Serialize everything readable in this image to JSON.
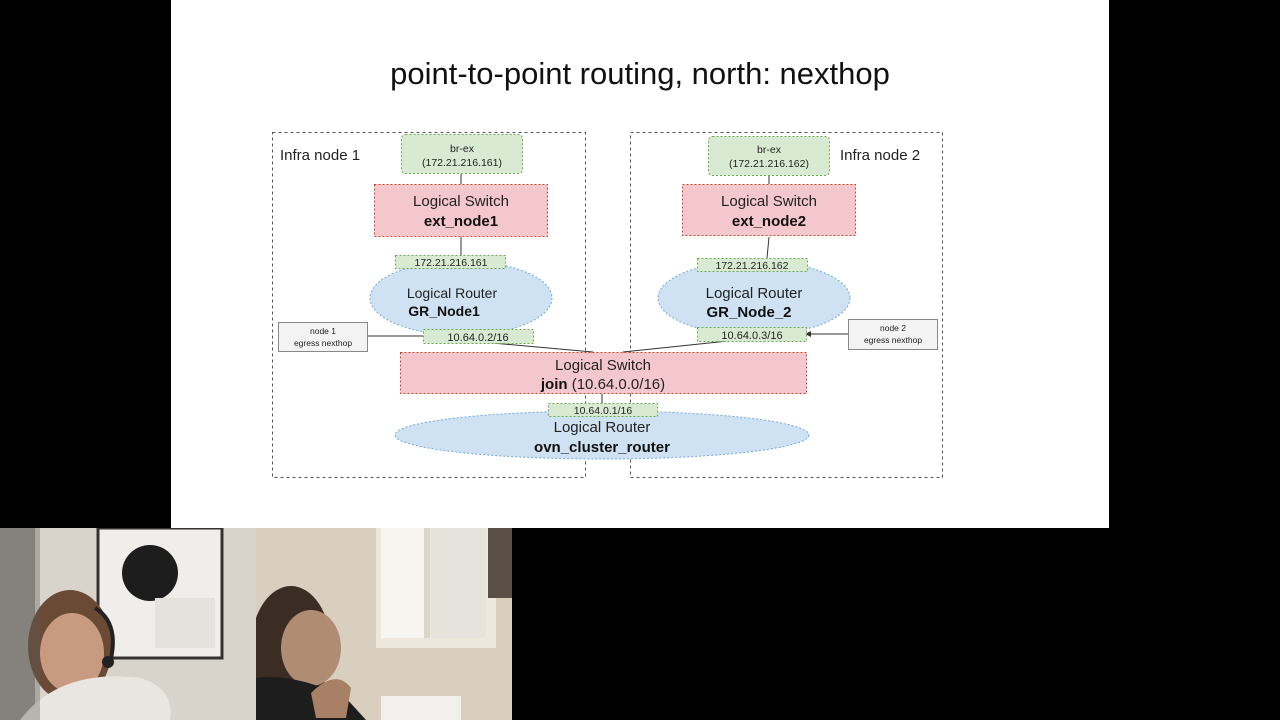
{
  "slide": {
    "title": "point-to-point routing, north: nexthop",
    "infra1_label": "Infra node 1",
    "infra2_label": "Infra node 2",
    "brex1": {
      "name": "br-ex",
      "ip": "(172.21.216.161)"
    },
    "brex2": {
      "name": "br-ex",
      "ip": "(172.21.216.162)"
    },
    "ls_ext1": {
      "type": "Logical Switch",
      "name": "ext_node1"
    },
    "ls_ext2": {
      "type": "Logical Switch",
      "name": "ext_node2"
    },
    "port_ext1_ip": "172.21.216.161",
    "port_ext2_ip": "172.21.216.162",
    "gr1": {
      "type": "Logical Router",
      "name": "GR_Node1"
    },
    "gr2": {
      "type": "Logical Router",
      "name": "GR_Node_2"
    },
    "port_gr1_join": "10.64.0.2/16",
    "port_gr2_join": "10.64.0.3/16",
    "nexthop1": {
      "line1": "node 1",
      "line2": "egress nexthop"
    },
    "nexthop2": {
      "line1": "node 2",
      "line2": "egress nexthop"
    },
    "ls_join": {
      "type": "Logical Switch",
      "name": "join",
      "subnet": "(10.64.0.0/16)"
    },
    "port_cluster": "10.64.0.1/16",
    "cluster_router": {
      "type": "Logical Router",
      "name": "ovn_cluster_router"
    }
  },
  "colors": {
    "switch_fill": "#f4c7cc",
    "router_fill": "#cfe2f3",
    "port_fill": "#d9ead3",
    "brex_fill": "#d9ead3"
  },
  "video": {
    "participant1": "participant-1-webcam",
    "participant2": "participant-2-webcam"
  }
}
